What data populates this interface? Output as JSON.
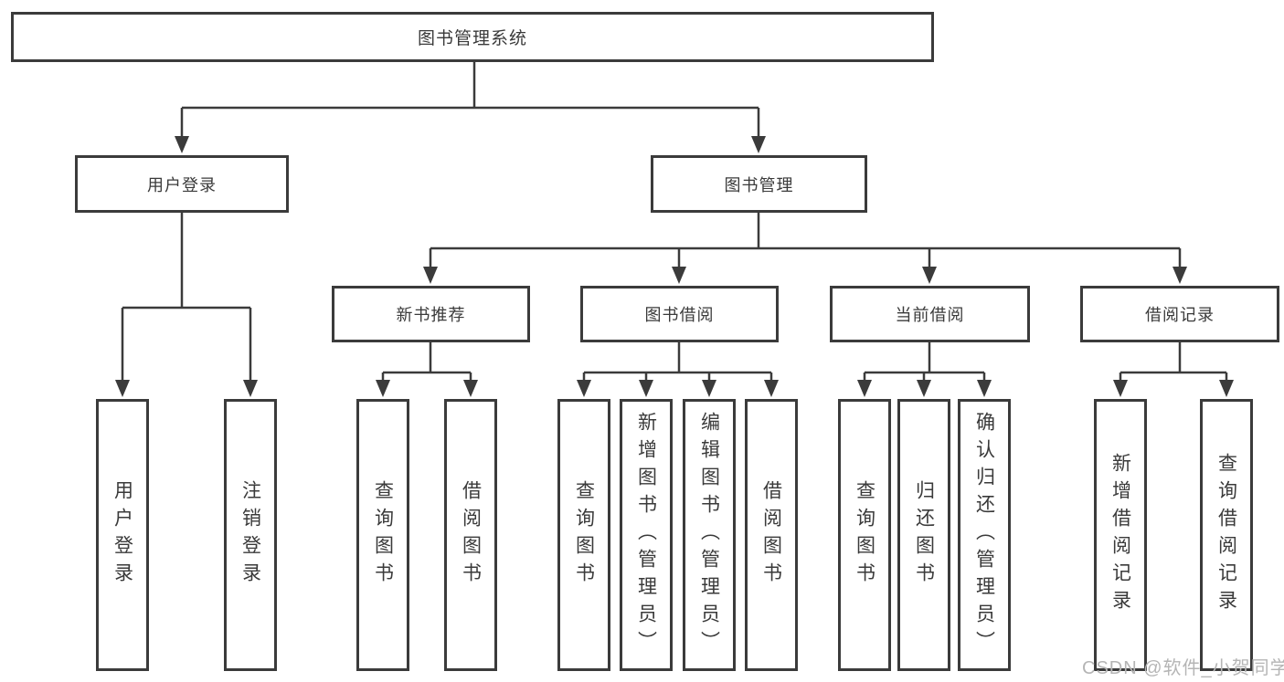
{
  "diagram": {
    "title": "图书管理系统",
    "nodes": {
      "root": "图书管理系统",
      "user_login": "用户登录",
      "book_management": "图书管理",
      "new_book_recommend": "新书推荐",
      "book_borrow": "图书借阅",
      "current_borrow": "当前借阅",
      "borrow_records": "借阅记录"
    },
    "leaves": {
      "user_login": [
        "用户登录",
        "注销登录"
      ],
      "new_book_recommend": [
        "查询图书",
        "借阅图书"
      ],
      "book_borrow": [
        "查询图书",
        "新增图书（管理员）",
        "编辑图书（管理员）",
        "借阅图书"
      ],
      "current_borrow": [
        "查询图书",
        "归还图书",
        "确认归还（管理员）"
      ],
      "borrow_records": [
        "新增借阅记录",
        "查询借阅记录"
      ]
    }
  },
  "watermark": {
    "text": "CSDN @软件_小贺同学"
  },
  "colors": {
    "line": "#3b3b3b",
    "text": "#3a3a3a",
    "background": "#ffffff",
    "watermark": "#b5b5b5"
  }
}
